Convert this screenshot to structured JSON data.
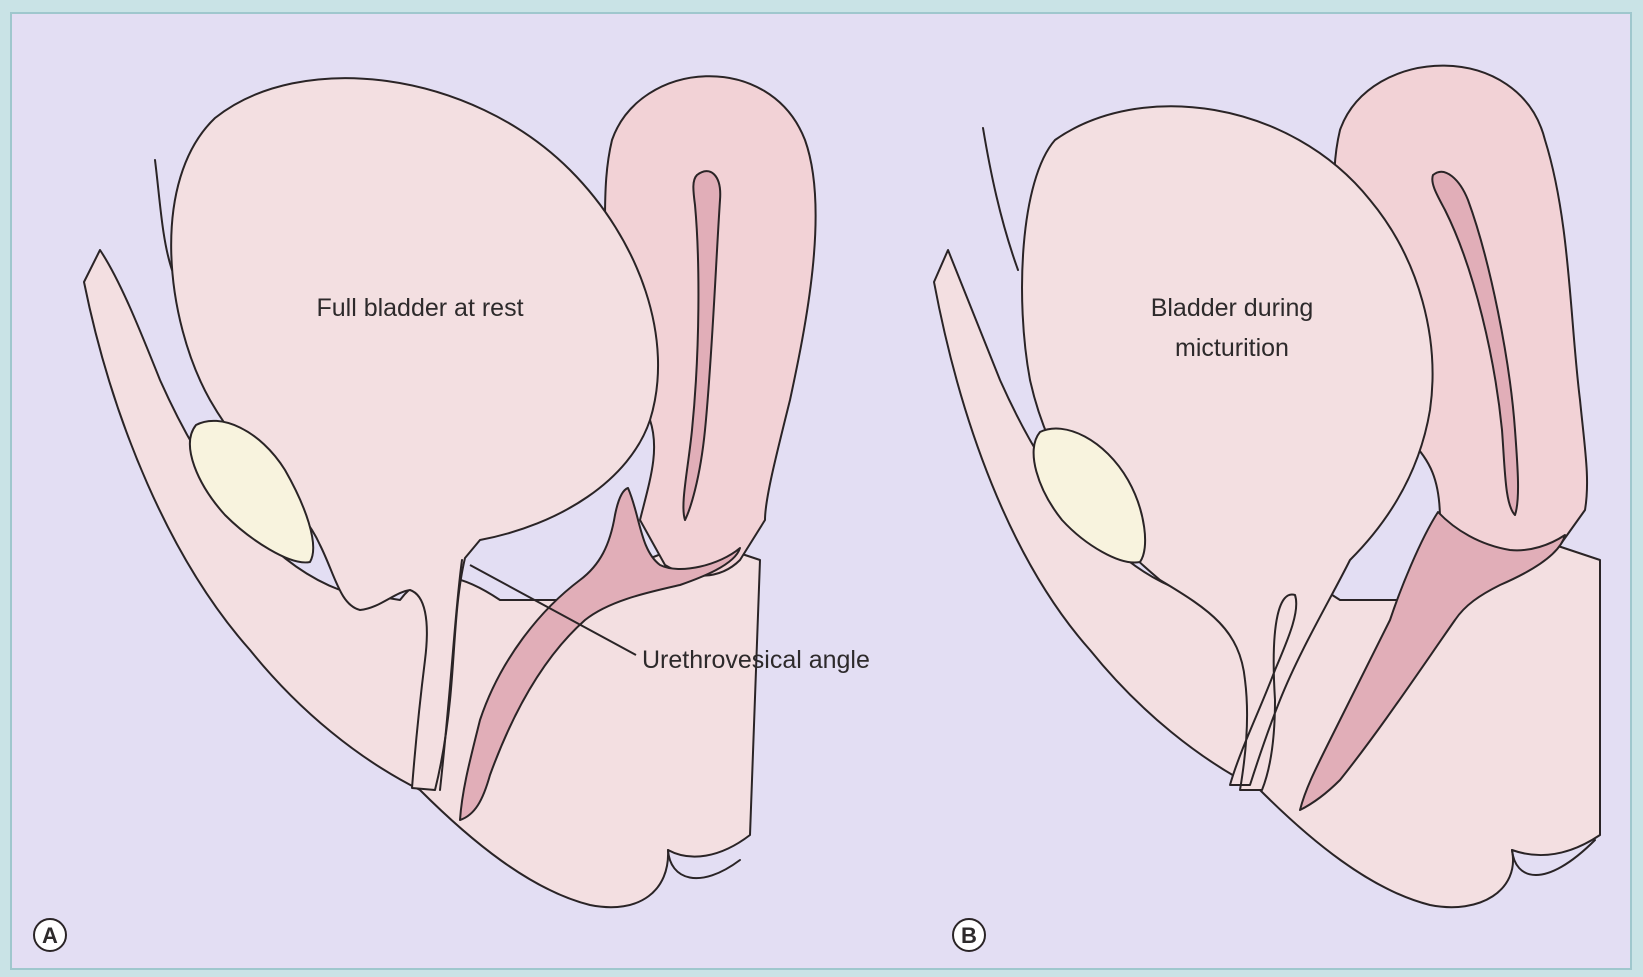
{
  "figure": {
    "panels": [
      {
        "letter": "A",
        "bladder_label": "Full bladder at rest",
        "annotation": "Urethrovesical angle"
      },
      {
        "letter": "B",
        "bladder_label_line1": "Bladder during",
        "bladder_label_line2": "micturition"
      }
    ]
  },
  "colors": {
    "background": "#e3def3",
    "tissue": "#f3dfe1",
    "uterus": "#f2d2d6",
    "lumen": "#e1aeb8",
    "bone": "#f8f3de",
    "outline": "#2a2426"
  }
}
